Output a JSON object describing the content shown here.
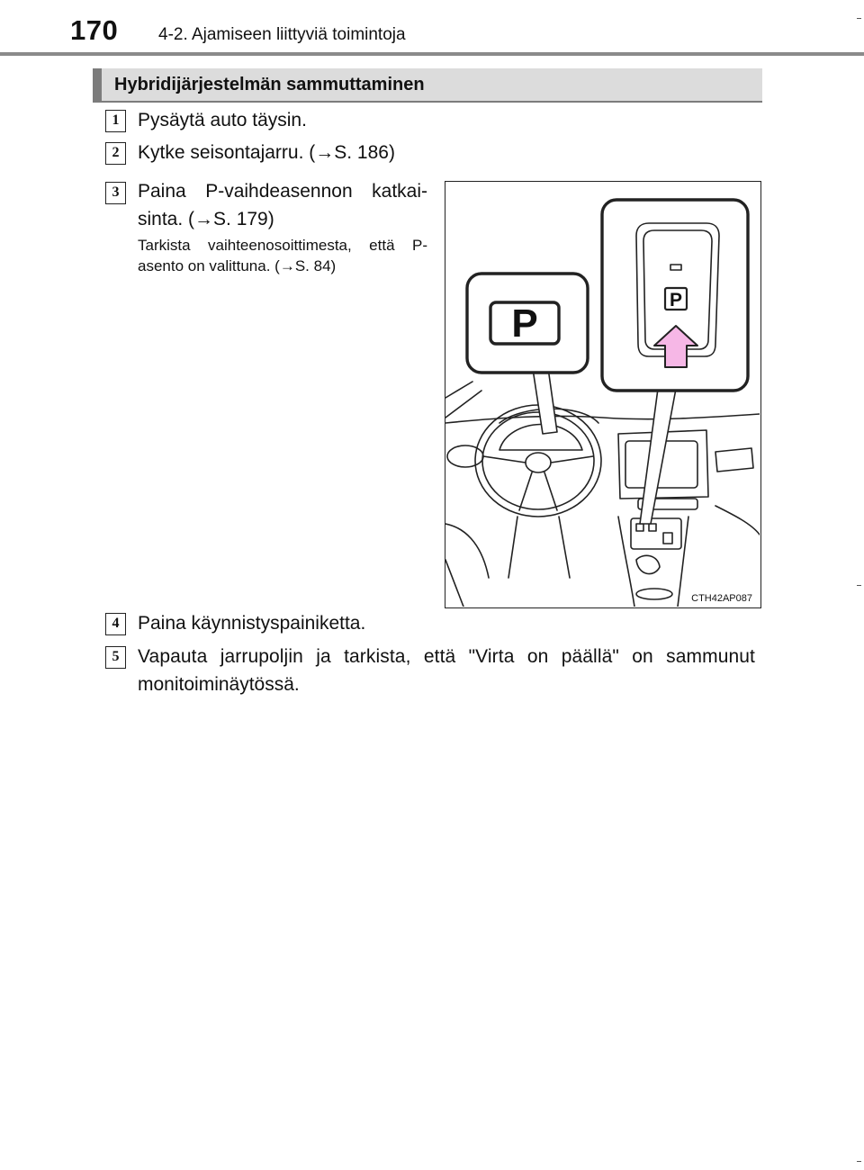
{
  "header": {
    "page_number": "170",
    "chapter_title": "4-2. Ajamiseen liittyviä toimintoja"
  },
  "section": {
    "title": "Hybridijärjestelmän sammuttaminen"
  },
  "steps": [
    {
      "number": "1",
      "text": "Pysäytä auto täysin."
    },
    {
      "number": "2",
      "text": "Kytke seisontajarru. (→S. 186)"
    },
    {
      "number": "3",
      "line1": "Paina P-vaihdeasennon katkai-",
      "line2": "sinta. (→S. 179)",
      "note": "Tarkista vaihteenosoittimesta, että P-asento on valittuna. (→S. 84)"
    },
    {
      "number": "4",
      "text": "Paina käynnistyspainiketta."
    },
    {
      "number": "5",
      "line1": "Vapauta jarrupoljin ja tarkista, että \"Virta on päällä\" on sammunut",
      "line2": "monitoiminäytössä."
    }
  ],
  "illustration": {
    "code": "CTH42AP087",
    "display_letter": "P",
    "switch_letter": "P",
    "arrow_color": "#f6b7e6"
  }
}
